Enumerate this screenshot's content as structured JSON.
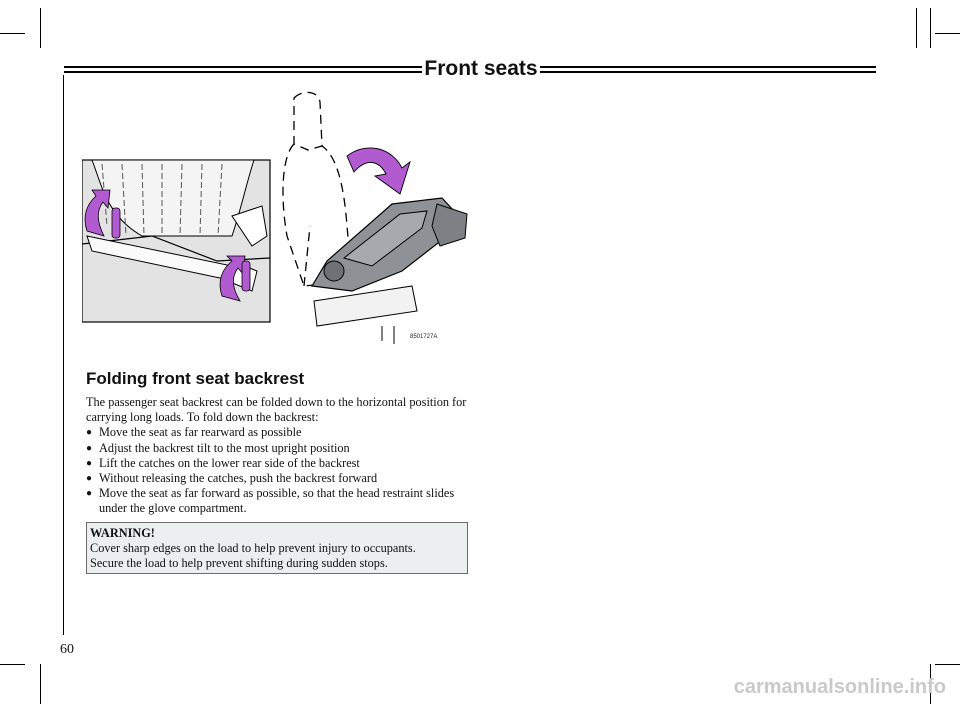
{
  "header": {
    "title": "Front seats"
  },
  "figure": {
    "code": "8501727A"
  },
  "section": {
    "title": "Folding front seat backrest",
    "intro": "The passenger seat backrest can be folded down to the horizontal position for carrying long loads. To fold down the backrest:",
    "bullets": [
      "Move the seat as far rearward as possible",
      "Adjust the backrest tilt to the most upright position",
      "Lift the catches on the lower rear side of the backrest",
      "Without releasing the catches, push the backrest forward",
      "Move the seat as far forward as possible, so that the head restraint slides under the glove compartment."
    ]
  },
  "warning": {
    "title": "WARNING!",
    "lines": [
      "Cover sharp edges on the load to help prevent injury to occupants.",
      "Secure the load to help prevent shifting during sudden stops."
    ]
  },
  "page_number": "60",
  "watermark": "carmanualsonline.info",
  "colors": {
    "arrow": "#b25ad0",
    "seat_gray": "#8e9296",
    "panel_gray": "#e3e3e3",
    "warning_bg": "#ecefef"
  }
}
